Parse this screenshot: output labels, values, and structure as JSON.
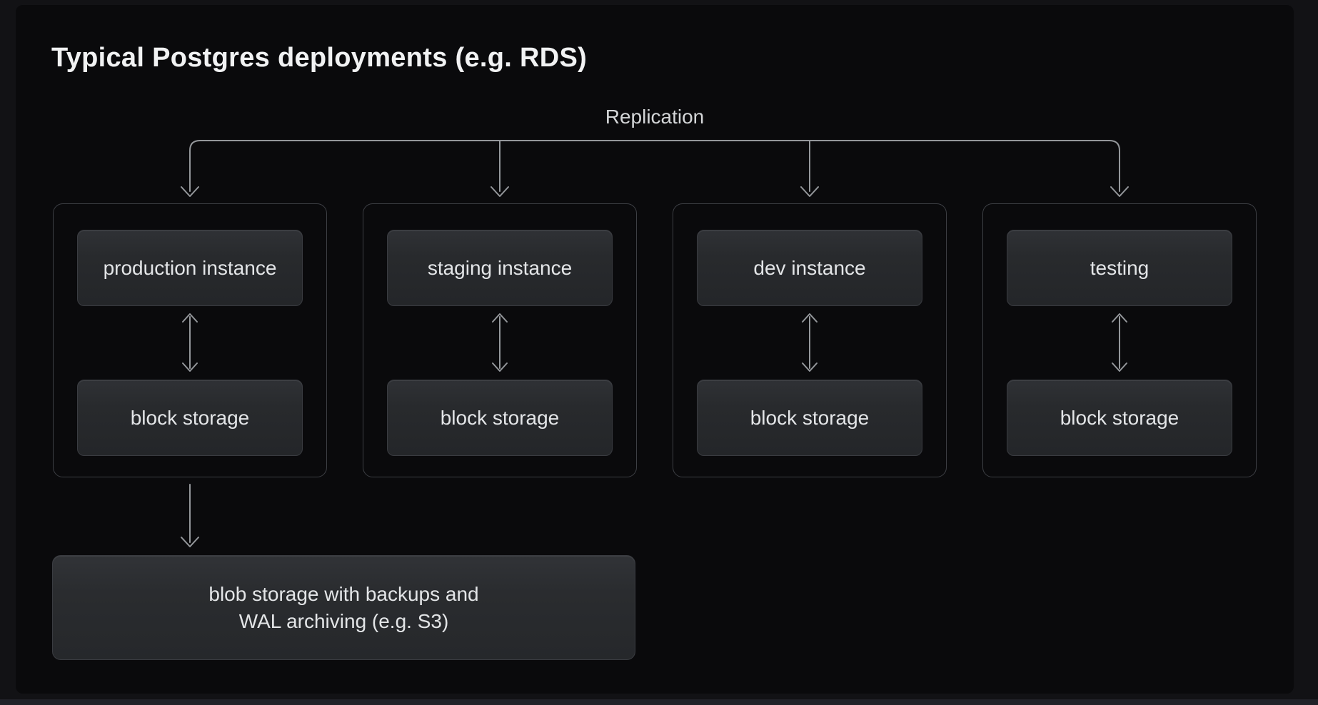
{
  "title": "Typical Postgres deployments (e.g. RDS)",
  "replication_label": "Replication",
  "columns": [
    {
      "name": "production",
      "instance_label": "production instance",
      "storage_label": "block storage"
    },
    {
      "name": "staging",
      "instance_label": "staging instance",
      "storage_label": "block storage"
    },
    {
      "name": "dev",
      "instance_label": "dev instance",
      "storage_label": "block storage"
    },
    {
      "name": "testing",
      "instance_label": "testing",
      "storage_label": "block storage"
    }
  ],
  "blob_storage": {
    "line1": "blob storage with backups and",
    "line2": "WAL archiving (e.g. S3)"
  },
  "colors": {
    "page_background": "#121215",
    "canvas_background": "#0a0a0c",
    "node_fill": "#282a2d",
    "node_border": "#3a3c41",
    "container_border": "#3d3f44",
    "connector": "#94979b",
    "title_text": "#f1f2f3",
    "label_text": "#d4d6d8",
    "node_text": "#e3e5e7",
    "bottom_edge": "#212228"
  }
}
